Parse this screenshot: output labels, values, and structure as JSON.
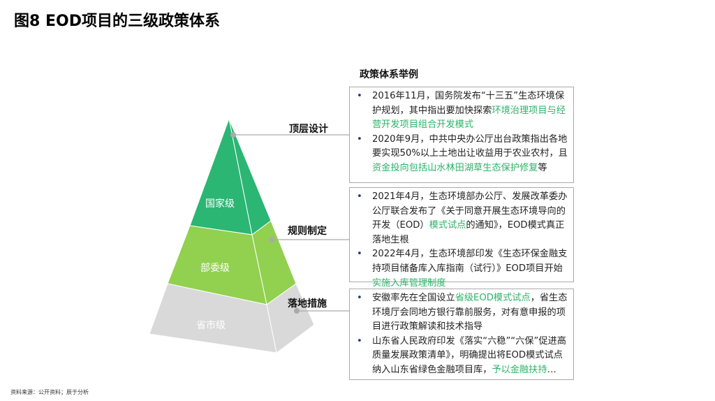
{
  "title": "图8  EOD项目的三级政策体系",
  "header": "政策体系举例",
  "pyramid": [
    {
      "label": "国家级",
      "color": "#2bb673"
    },
    {
      "label": "部委级",
      "color": "#92d050"
    },
    {
      "label": "省市级",
      "color": "#d9d9d9"
    }
  ],
  "levels": [
    "顶层设计",
    "规则制定",
    "落地措施"
  ],
  "boxes": [
    [
      [
        {
          "t": "2016年11月，国务院发布“十三五”生态环境保护规划，其中指出要加快探索"
        },
        {
          "t": "环境治理项目与经营开发项目组合开发模式",
          "g": true
        }
      ],
      [
        {
          "t": "2020年9月，中共中央办公厅出台政策指出各地要实现50%以上土地出让收益用于农业农村，且"
        },
        {
          "t": "资金投向包括山水林田湖草生态保护修复",
          "g": true
        },
        {
          "t": "等"
        }
      ]
    ],
    [
      [
        {
          "t": "2021年4月，生态环境部办公厅、发展改革委办公厅联合发布了《关于同意开展生态环境导向的开发（EOD）"
        },
        {
          "t": "模式试点",
          "g": true
        },
        {
          "t": "的通知》，EOD模式真正落地生根"
        }
      ],
      [
        {
          "t": "2022年4月，生态环境部印发《生态环保金融支持项目储备库入库指南（试行）》EOD项目开始"
        },
        {
          "t": "实施入库管理制度",
          "g": true
        }
      ]
    ],
    [
      [
        {
          "t": "安徽率先在全国设立"
        },
        {
          "t": "省级EOD模式试点",
          "g": true
        },
        {
          "t": "，省生态环境厅会同地方银行靠前服务，对有意申报的项目进行政策解读和技术指导"
        }
      ],
      [
        {
          "t": "山东省人民政府印发《落实“六稳”“六保”促进高质量发展政策清单》，明确提出将EOD模式试点纳入山东省绿色金融项目库，"
        },
        {
          "t": "予以金融扶持",
          "g": true
        },
        {
          "t": "…"
        }
      ]
    ]
  ],
  "source": "资料来源：公开资料；辰于分析"
}
